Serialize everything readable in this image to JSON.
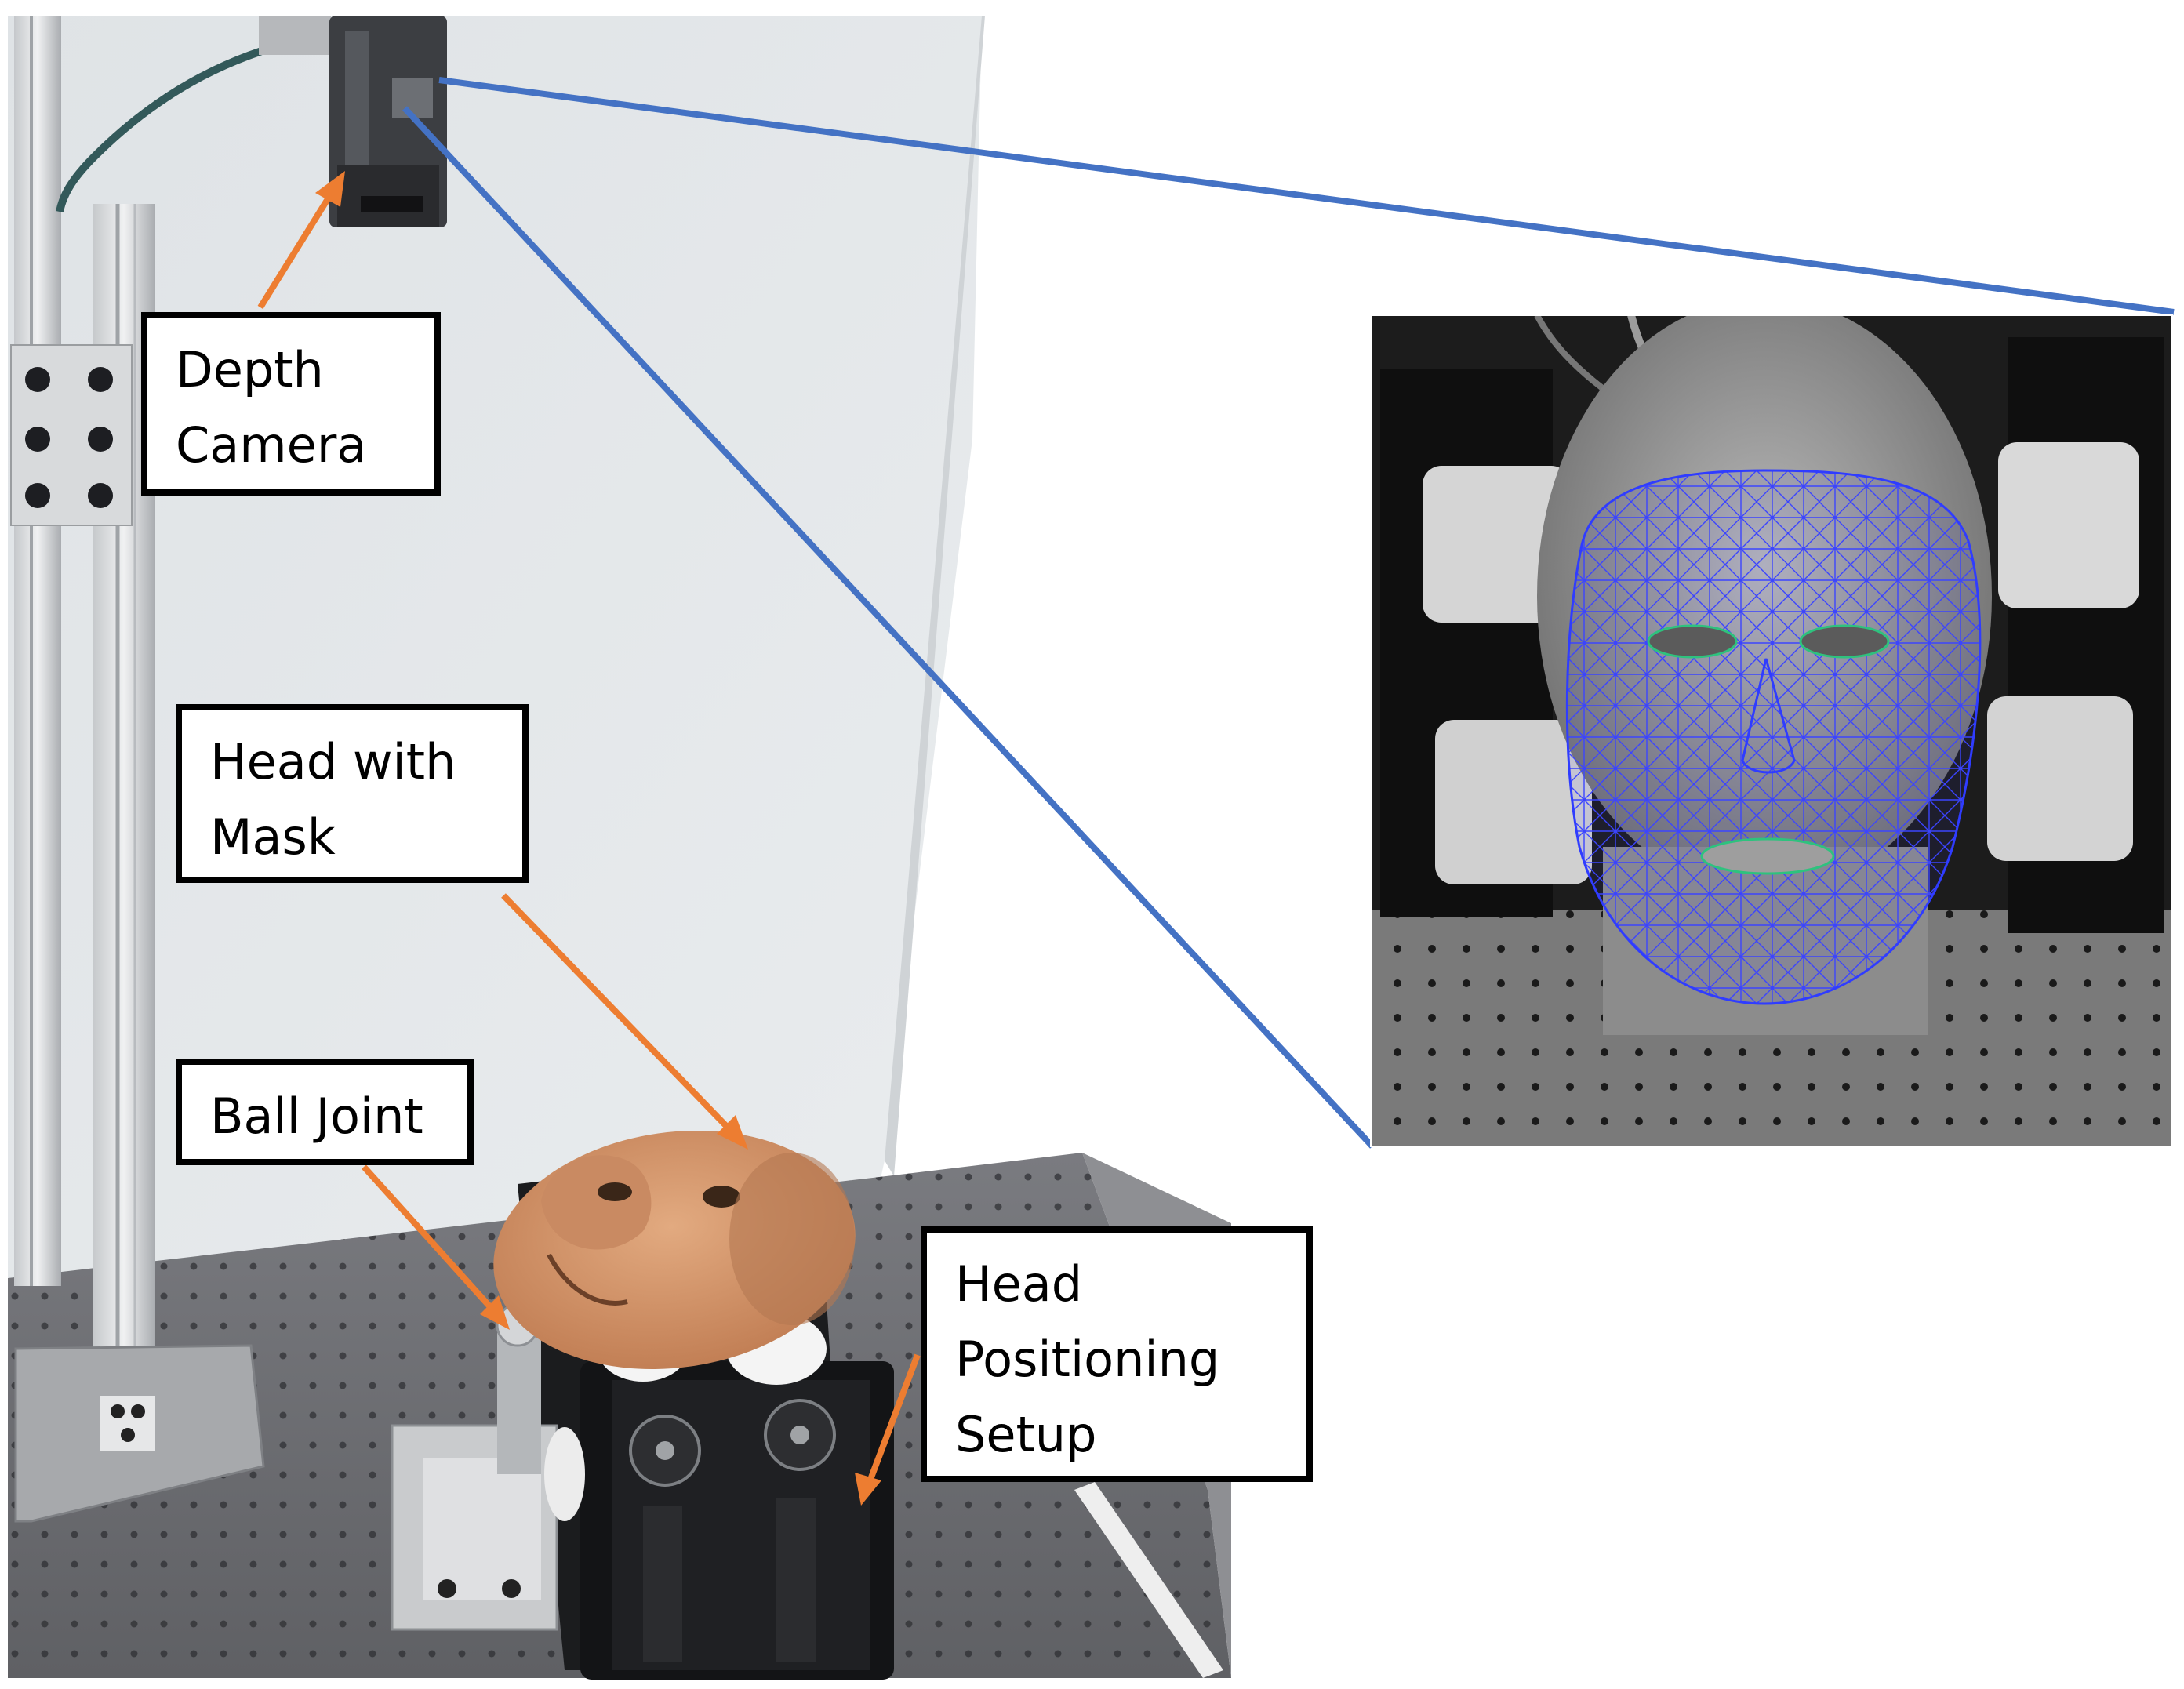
{
  "figure": {
    "labels": {
      "depth_camera": "Depth\nCamera",
      "head_with_mask": "Head with\nMask",
      "ball_joint": "Ball Joint",
      "head_positioning_setup": "Head\nPositioning\nSetup"
    },
    "colors": {
      "arrow": "#ed7d31",
      "zoom_line": "#4472c4",
      "mesh": "#2f3cff",
      "wall": "#e3e6e8",
      "table": "#6d6e72",
      "skin": "#d99a70"
    }
  }
}
